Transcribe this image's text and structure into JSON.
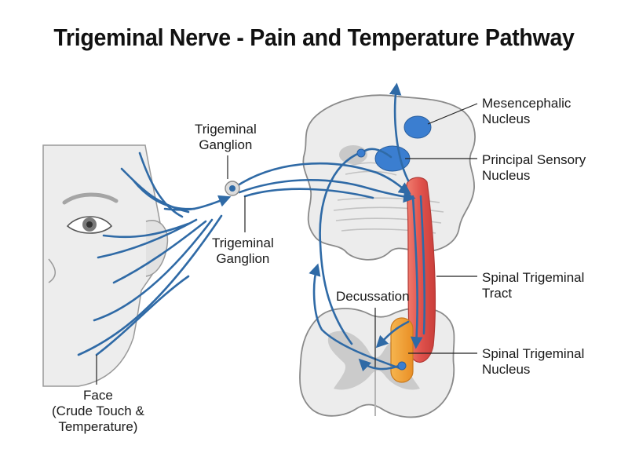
{
  "title": "Trigeminal Nerve - Pain and Temperature Pathway",
  "labels": {
    "ganglion_top": [
      "Trigeminal",
      "Ganglion"
    ],
    "ganglion_bottom": [
      "Trigeminal",
      "Ganglion"
    ],
    "mesencephalic": [
      "Mesencephalic",
      "Nucleus"
    ],
    "principal": [
      "Principal Sensory",
      "Nucleus"
    ],
    "spinal_tract": [
      "Spinal Trigeminal",
      "Tract"
    ],
    "spinal_nucleus": [
      "Spinal Trigeminal",
      "Nucleus"
    ],
    "decussation": "Decussation",
    "face": [
      "Face",
      "(Crude Touch &",
      "Temperature)"
    ]
  },
  "colors": {
    "nerve": "#2f6aa6",
    "nucleus_blue": "#3b7ed0",
    "tract_red": "#e0524c",
    "nucleus_orange": "#f3a33a",
    "tissue": "#ececec",
    "outline": "#8a8a8a"
  }
}
